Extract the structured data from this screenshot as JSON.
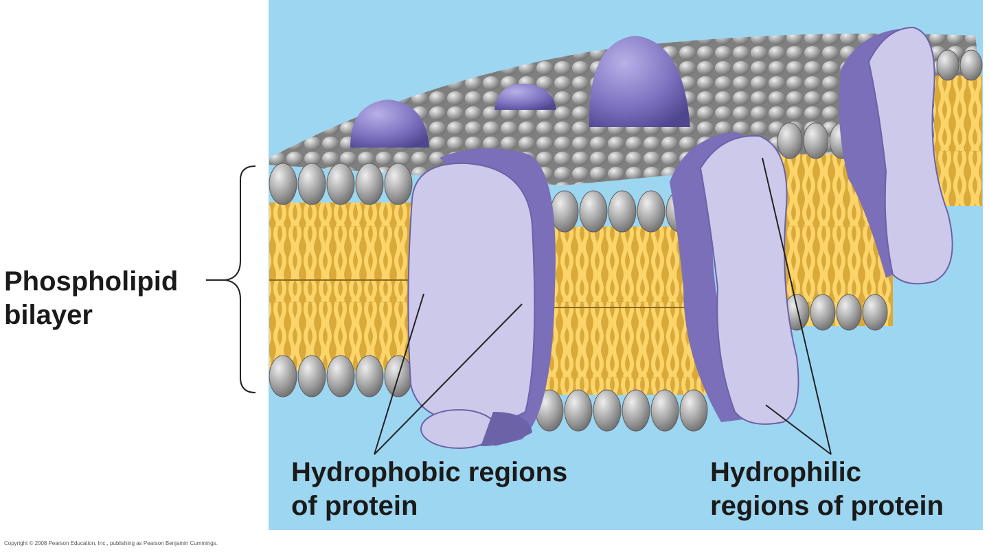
{
  "labels": {
    "phospholipid": [
      "Phospholipid",
      "bilayer"
    ],
    "hydrophobic": [
      "Hydrophobic regions",
      "of protein"
    ],
    "hydrophilic": [
      "Hydrophilic",
      "regions of protein"
    ]
  },
  "copyright": "Copyright © 2008 Pearson Education, Inc., publishing as Pearson Benjamin Cummings.",
  "colors": {
    "background_panel": "#9dd6f1",
    "phosphate_head": "#9a9a9a",
    "lipid_tail": "#f2c14e",
    "protein_light": "#c9c6e6",
    "protein_dark": "#7a6fb8"
  }
}
